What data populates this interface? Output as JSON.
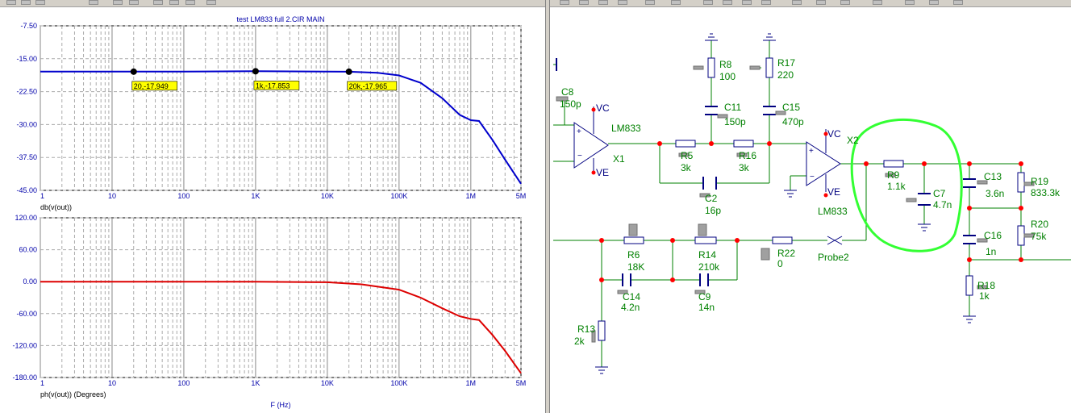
{
  "plot": {
    "title": "test LM833 full 2.CIR MAIN",
    "top": {
      "y_ticks": [
        "-7.50",
        "-15.00",
        "-22.50",
        "-30.00",
        "-37.50",
        "-45.00"
      ],
      "x_ticks": [
        "1",
        "10",
        "100",
        "1K",
        "10K",
        "100K",
        "1M",
        "5M"
      ],
      "label": "db(v(out))",
      "cursors": [
        "20,-17.949",
        "1k,-17.853",
        "20k,-17.965"
      ]
    },
    "bottom": {
      "y_ticks": [
        "120.00",
        "60.00",
        "0.00",
        "-60.00",
        "-120.00",
        "-180.00"
      ],
      "x_ticks": [
        "1",
        "10",
        "100",
        "1K",
        "10K",
        "100K",
        "1M",
        "5M"
      ],
      "label": "ph(v(out)) (Degrees)"
    },
    "xlabel": "F (Hz)"
  },
  "chart_data": [
    {
      "type": "line",
      "title": "test LM833 full 2.CIR MAIN",
      "xlabel": "",
      "ylabel": "db(v(out))",
      "x_scale": "log",
      "xlim": [
        1,
        5000000
      ],
      "ylim": [
        -45,
        -7.5
      ],
      "grid": true,
      "series": [
        {
          "color": "#0000cc",
          "x": [
            1,
            10,
            100,
            1000,
            10000,
            20000,
            50000,
            100000,
            200000,
            400000,
            700000,
            1000000,
            1300000,
            2000000,
            3000000,
            5000000
          ],
          "y": [
            -17.95,
            -17.95,
            -17.93,
            -17.85,
            -17.92,
            -17.96,
            -18.2,
            -18.8,
            -20.5,
            -24.0,
            -27.8,
            -29.0,
            -29.2,
            -33.5,
            -38.0,
            -43.5
          ]
        }
      ],
      "annotations": [
        {
          "x": 20,
          "y": -17.949,
          "text": "20,-17.949"
        },
        {
          "x": 1000,
          "y": -17.853,
          "text": "1k,-17.853"
        },
        {
          "x": 20000,
          "y": -17.965,
          "text": "20k,-17.965"
        }
      ]
    },
    {
      "type": "line",
      "xlabel": "F (Hz)",
      "ylabel": "ph(v(out)) (Degrees)",
      "x_scale": "log",
      "xlim": [
        1,
        5000000
      ],
      "ylim": [
        -180,
        120
      ],
      "grid": true,
      "series": [
        {
          "color": "#dd0000",
          "x": [
            1,
            10,
            100,
            1000,
            10000,
            30000,
            100000,
            200000,
            400000,
            700000,
            1000000,
            1300000,
            2000000,
            3000000,
            5000000
          ],
          "y": [
            0,
            0,
            0,
            0,
            -1,
            -5,
            -15,
            -30,
            -50,
            -65,
            -70,
            -72,
            -100,
            -130,
            -172
          ]
        }
      ]
    }
  ],
  "schematic": {
    "labels": {
      "c8": "C8",
      "c8v": "150p",
      "vc1": "VC",
      "ve1": "VE",
      "x1": "X1",
      "opamp1": "LM833",
      "r8": "R8",
      "r8v": "100",
      "r17": "R17",
      "r17v": "220",
      "c11": "C11",
      "c11v": "150p",
      "c15": "C15",
      "c15v": "470p",
      "r5": "R5",
      "r5v": "3k",
      "r16": "R16",
      "r16v": "3k",
      "c2": "C2",
      "c2v": "16p",
      "vc2": "VC",
      "ve2": "VE",
      "x2": "X2",
      "opamp2": "LM833",
      "r9": "R9",
      "r9v": "1.1k",
      "c7": "C7",
      "c7v": "4.7n",
      "c13": "C13",
      "c13v": "3.6n",
      "r19": "R19",
      "r19v": "833.3k",
      "r20": "R20",
      "r20v": "75k",
      "c16": "C16",
      "c16v": "1n",
      "r18": "R18",
      "r18v": "1k",
      "r6": "R6",
      "r6v": "18K",
      "r14": "R14",
      "r14v": "210k",
      "r22": "R22",
      "r22v": "0",
      "probe": "Probe2",
      "c14": "C14",
      "c14v": "4.2n",
      "c9": "C9",
      "c9v": "14n",
      "r13": "R13",
      "r13v": "2k"
    }
  },
  "colors": {
    "db_trace": "#0000cc",
    "phase_trace": "#dd0000",
    "wire": "#008000",
    "component": "#000080",
    "node": "#ff0000",
    "label": "#008000",
    "highlight": "#33ff33",
    "cursor_label_bg": "#ffff00"
  }
}
